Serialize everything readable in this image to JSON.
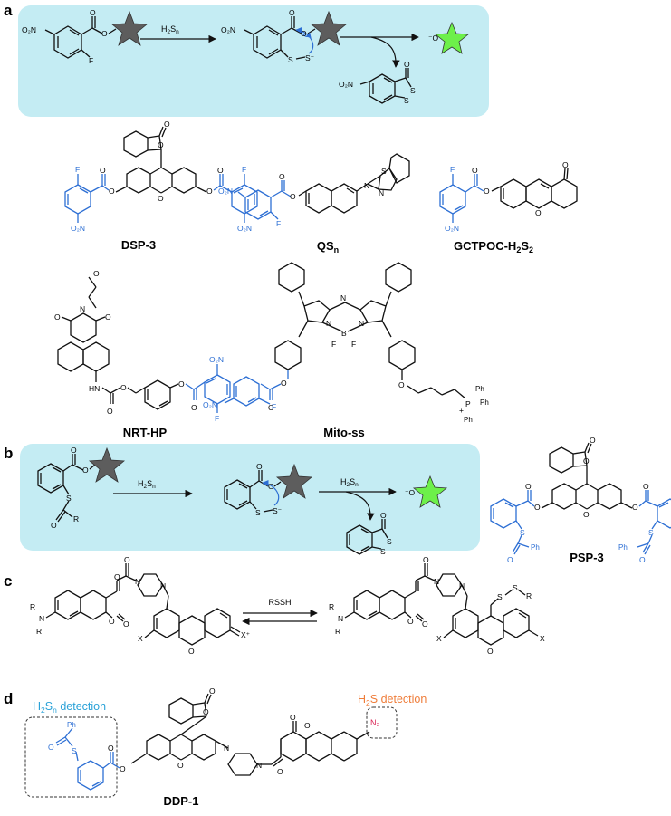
{
  "panels": {
    "a": {
      "letter": "a",
      "reagent": "H",
      "reagent_sub": "2",
      "reagent_tail": "S",
      "reagent_n": "n",
      "atoms": {
        "o2n": "O₂N",
        "o": "O",
        "f": "F",
        "s": "S",
        "sminus": "S⁻",
        "ominus": "⁻O"
      },
      "compounds": {
        "dsp3": "DSP-3",
        "qsn": "QS",
        "qsn_sub": "n",
        "gctpoc": "GCTPOC-H",
        "gctpoc_sub1": "2",
        "gctpoc_mid": "S",
        "gctpoc_sub2": "2",
        "nrthp": "NRT-HP",
        "mitoss": "Mito-ss"
      },
      "mito_atoms": {
        "n": "N",
        "b": "B",
        "f": "F",
        "p": "P",
        "ph": "Ph",
        "plus": "+"
      }
    },
    "b": {
      "letter": "b",
      "reagent1": "H",
      "reagent1_sub": "2",
      "reagent1_tail": "S",
      "reagent1_n": "n",
      "reagent2": "H",
      "reagent2_sub": "2",
      "reagent2_tail": "S",
      "reagent2_n": "n",
      "atoms": {
        "o": "O",
        "s": "S",
        "r": "R",
        "sminus": "S⁻",
        "ominus": "⁻O",
        "ph": "Ph"
      },
      "compound": "PSP-3"
    },
    "c": {
      "letter": "c",
      "reagent": "RSSH",
      "atoms": {
        "r": "R",
        "n": "N",
        "o": "O",
        "x": "X",
        "xplus": "X⁺",
        "s": "S"
      }
    },
    "d": {
      "letter": "d",
      "label_left": "H",
      "label_left_sub": "2",
      "label_left_mid": "S",
      "label_left_n": "n",
      "label_left_tail": " detection",
      "label_right": "H",
      "label_right_sub": "2",
      "label_right_tail": "S detection",
      "azide": "N₃",
      "atoms": {
        "o": "O",
        "s": "S",
        "ph": "Ph",
        "n": "N"
      },
      "compound": "DDP-1"
    }
  },
  "colors": {
    "panel_bg": "#c4ecf3",
    "blue": "#2d6fd4",
    "star_dark": "#5d5d5d",
    "star_green": "#6df04a",
    "label_cyan": "#2aa2d8",
    "label_orange": "#ef7d3a",
    "azide_red": "#d92454"
  }
}
